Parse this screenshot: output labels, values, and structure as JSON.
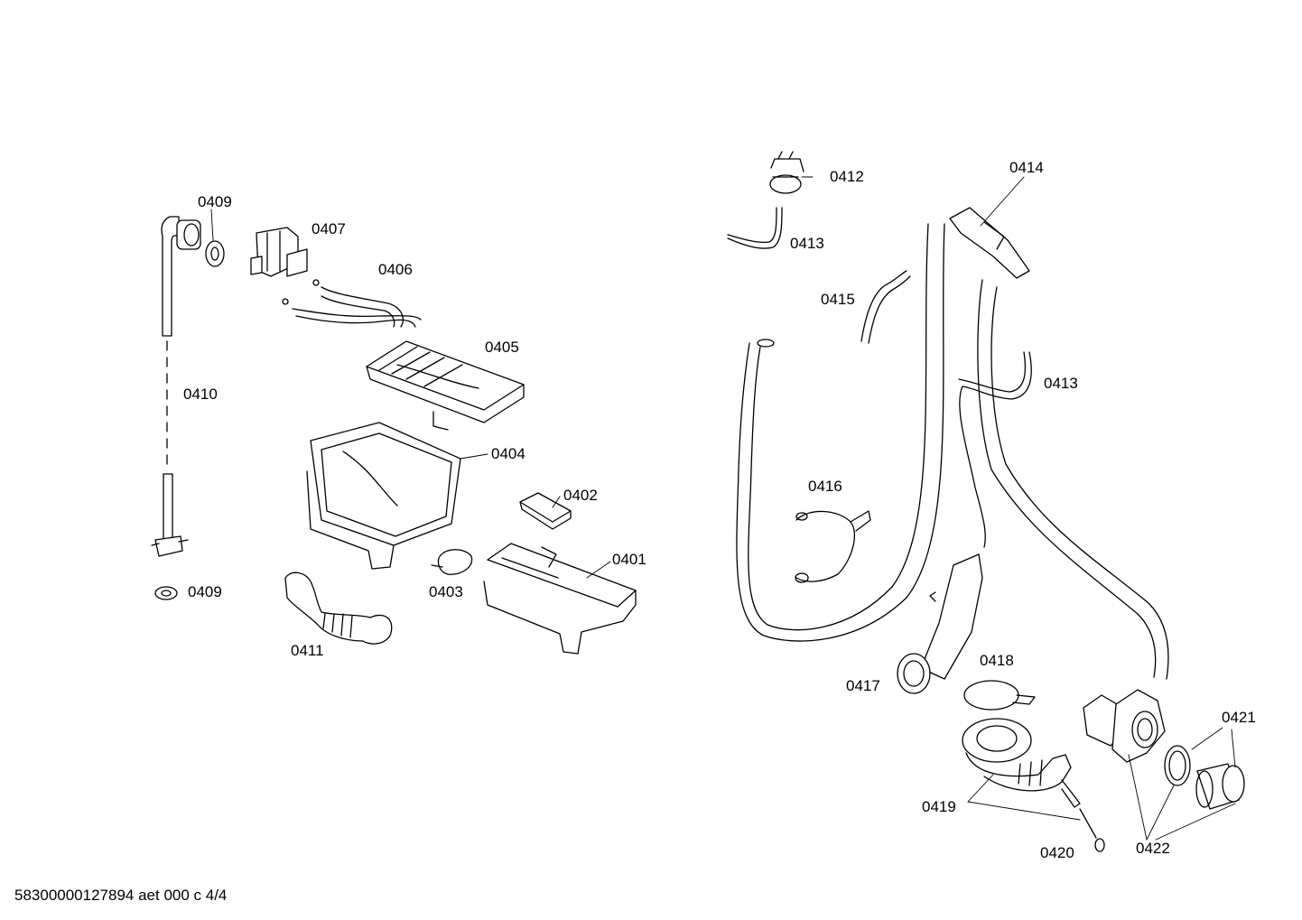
{
  "labels": {
    "p0409a": "0409",
    "p0407": "0407",
    "p0406": "0406",
    "p0405": "0405",
    "p0410": "0410",
    "p0404": "0404",
    "p0402": "0402",
    "p0401": "0401",
    "p0403": "0403",
    "p0409b": "0409",
    "p0411": "0411",
    "p0412": "0412",
    "p0413a": "0413",
    "p0414": "0414",
    "p0415": "0415",
    "p0413b": "0413",
    "p0416": "0416",
    "p0418": "0418",
    "p0417": "0417",
    "p0421": "0421",
    "p0419": "0419",
    "p0420": "0420",
    "p0422": "0422"
  },
  "footer": "58300000127894 aet 000 c 4/4"
}
